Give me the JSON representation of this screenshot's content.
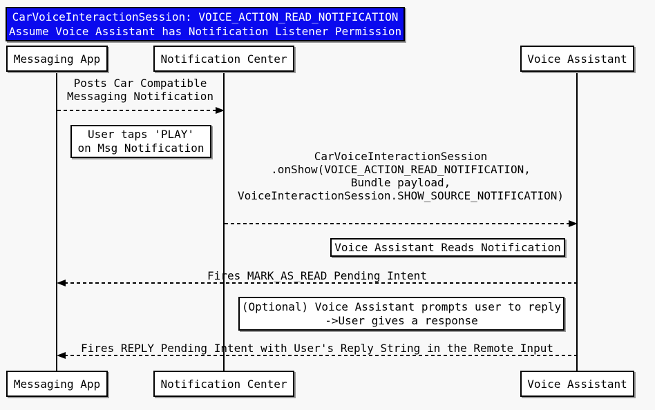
{
  "colors": {
    "diagram_bg": "#f8f8f8",
    "title_bg": "#0a0aee",
    "title_text": "#ffffff",
    "box_bg": "#ffffff",
    "line": "#000000"
  },
  "title": {
    "lines": [
      "CarVoiceInteractionSession: VOICE_ACTION_READ_NOTIFICATION",
      "Assume Voice Assistant has Notification Listener Permission"
    ]
  },
  "actors": [
    {
      "label": "Messaging App"
    },
    {
      "label": "Notification Center"
    },
    {
      "label": "Voice Assistant"
    }
  ],
  "messages": [
    {
      "from": "Messaging App",
      "to": "Notification Center",
      "direction": "right",
      "lines": [
        "Posts Car Compatible",
        "Messaging Notification"
      ]
    },
    {
      "from": "Notification Center",
      "to": "Voice Assistant",
      "direction": "right",
      "lines": [
        "CarVoiceInteractionSession",
        ".onShow(VOICE_ACTION_READ_NOTIFICATION,",
        "Bundle payload,",
        "VoiceInteractionSession.SHOW_SOURCE_NOTIFICATION)"
      ]
    },
    {
      "from": "Voice Assistant",
      "to": "Messaging App",
      "direction": "left",
      "lines": [
        "Fires MARK_AS_READ Pending Intent"
      ]
    },
    {
      "from": "Voice Assistant",
      "to": "Messaging App",
      "direction": "left",
      "lines": [
        "Fires REPLY Pending Intent with User's Reply String in the Remote Input"
      ]
    }
  ],
  "notes": [
    {
      "lines": [
        "User taps 'PLAY'",
        "on Msg Notification"
      ]
    },
    {
      "lines": [
        "Voice Assistant Reads Notification"
      ]
    },
    {
      "lines": [
        "(Optional) Voice Assistant prompts user to reply",
        "->User gives a response"
      ]
    }
  ]
}
